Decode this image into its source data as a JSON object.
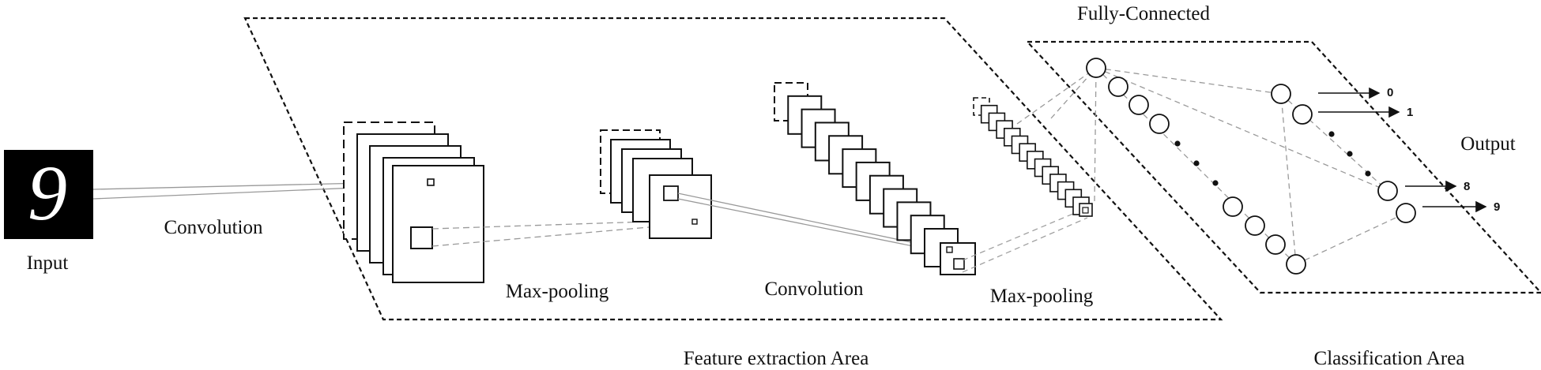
{
  "labels": {
    "input": "Input",
    "convolution_1": "Convolution",
    "max_pooling_1": "Max-pooling",
    "convolution_2": "Convolution",
    "max_pooling_2": "Max-pooling",
    "fully_connected": "Fully-Connected",
    "output": "Output",
    "feature_area": "Feature extraction Area",
    "classification_area": "Classification Area"
  },
  "input_digit": "9",
  "outputs": [
    "0",
    "1",
    "8",
    "9"
  ],
  "colors": {
    "ink": "#111111",
    "guide": "#9a9a9a",
    "input_bg": "#000000",
    "digit": "#ffffff"
  }
}
